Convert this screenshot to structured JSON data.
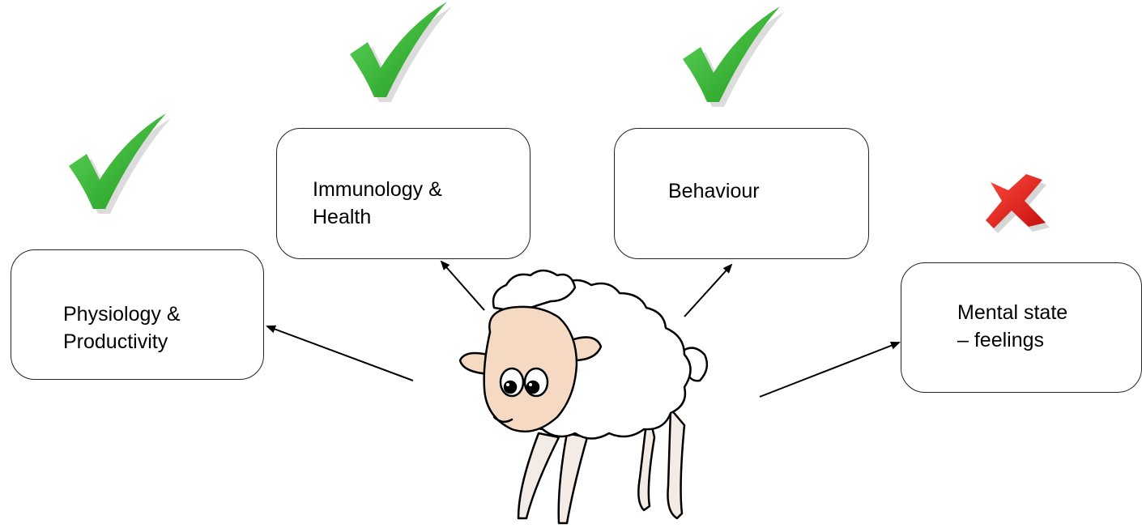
{
  "diagram": {
    "boxes": [
      {
        "id": "physiology",
        "label": "Physiology &\nProductivity",
        "status": "check"
      },
      {
        "id": "immunology",
        "label": "Immunology &\nHealth",
        "status": "check"
      },
      {
        "id": "behaviour",
        "label": "Behaviour",
        "status": "check"
      },
      {
        "id": "mental",
        "label": "Mental state\n– feelings",
        "status": "cross"
      }
    ],
    "colors": {
      "check": "#2fae2f",
      "cross": "#e11b1b",
      "sheep_face": "#f6d9c3",
      "line": "#000000"
    }
  }
}
